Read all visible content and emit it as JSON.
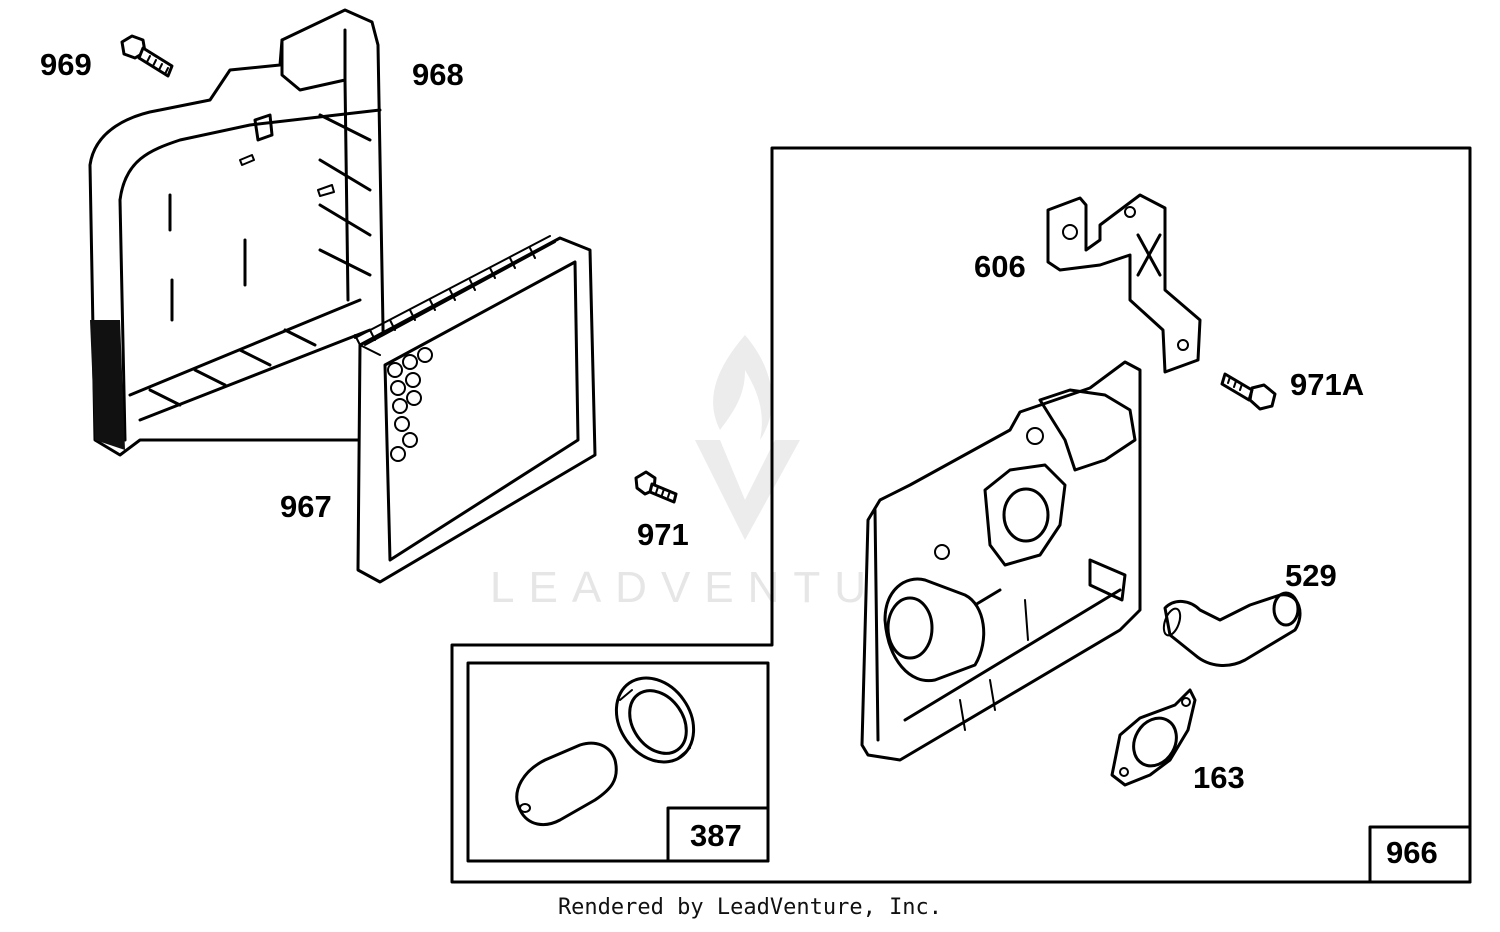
{
  "parts": {
    "p969": "969",
    "p968": "968",
    "p967": "967",
    "p971": "971",
    "p606": "606",
    "p971a": "971A",
    "p529": "529",
    "p163": "163",
    "p387": "387",
    "p966": "966"
  },
  "watermark": "LEADVENTURE",
  "credit": "Rendered by LeadVenture, Inc."
}
